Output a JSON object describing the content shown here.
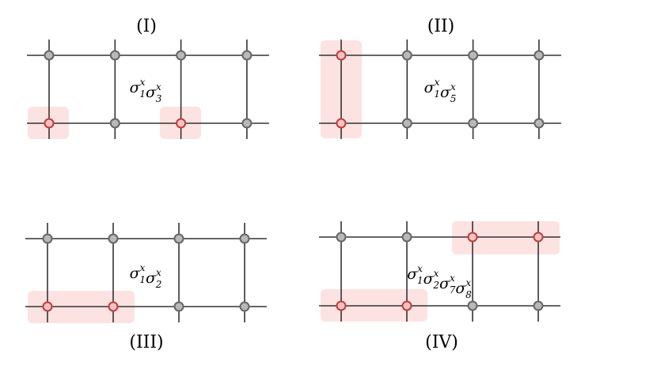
{
  "colors": {
    "line": "#333333",
    "node_fill": "#b8b8b8",
    "node_stroke": "#666666",
    "active_fill": "#f4c4c4",
    "active_stroke": "#c23b3b",
    "highlight": "#fde2e2"
  },
  "panels": [
    {
      "label": "(I)",
      "operator": {
        "base": "σ",
        "factors": [
          {
            "sub": "1",
            "sup": "x"
          },
          {
            "sub": "3",
            "sup": "x"
          }
        ]
      },
      "active": [
        [
          0,
          1
        ],
        [
          2,
          1
        ]
      ]
    },
    {
      "label": "(II)",
      "operator": {
        "base": "σ",
        "factors": [
          {
            "sub": "1",
            "sup": "x"
          },
          {
            "sub": "5",
            "sup": "x"
          }
        ]
      },
      "active": [
        [
          0,
          0
        ],
        [
          0,
          1
        ]
      ]
    },
    {
      "label": "(III)",
      "operator": {
        "base": "σ",
        "factors": [
          {
            "sub": "1",
            "sup": "x"
          },
          {
            "sub": "2",
            "sup": "x"
          }
        ]
      },
      "active": [
        [
          0,
          1
        ],
        [
          1,
          1
        ]
      ]
    },
    {
      "label": "(IV)",
      "operator": {
        "base": "σ",
        "factors": [
          {
            "sub": "1",
            "sup": "x"
          },
          {
            "sub": "2",
            "sup": "x"
          },
          {
            "sub": "7",
            "sup": "x"
          },
          {
            "sub": "8",
            "sup": "x"
          }
        ]
      },
      "active": [
        [
          0,
          1
        ],
        [
          1,
          1
        ],
        [
          2,
          0
        ],
        [
          3,
          0
        ]
      ]
    }
  ]
}
